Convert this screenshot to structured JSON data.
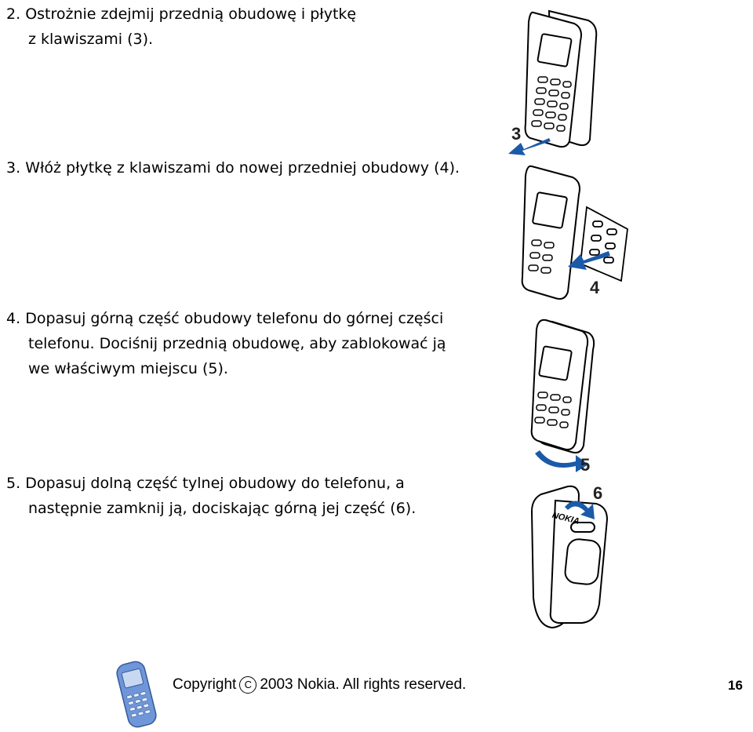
{
  "steps": [
    {
      "number": "2.",
      "lines": [
        "Ostrożnie zdejmij przednią obudowę i płytkę",
        "z klawiszami (3)."
      ]
    },
    {
      "number": "3.",
      "lines": [
        "Włóż płytkę z klawiszami do nowej przedniej obudowy (4)."
      ]
    },
    {
      "number": "4.",
      "lines": [
        "Dopasuj górną część obudowy telefonu do górnej części",
        "telefonu. Dociśnij przednią obudowę, aby zablokować ją",
        "we właściwym miejscu (5)."
      ]
    },
    {
      "number": "5.",
      "lines": [
        "Dopasuj dolną część tylnej obudowy do telefonu, a",
        "następnie zamknij ją, dociskając górną jej część (6)."
      ]
    }
  ],
  "figures": {
    "fig3_label": "3",
    "fig4_label": "4",
    "fig5_label": "5",
    "fig6_label": "6",
    "back_cover_brand": "NOKIA"
  },
  "footer": {
    "copyright_prefix": "Copyright",
    "copyright_symbol": "C",
    "copyright_rest": "2003 Nokia. All rights reserved.",
    "page_number": "16"
  },
  "colors": {
    "arrow_blue": "#1a5aa8",
    "phone_outline": "#000000",
    "footer_phone_blue": "#6f96d8"
  }
}
